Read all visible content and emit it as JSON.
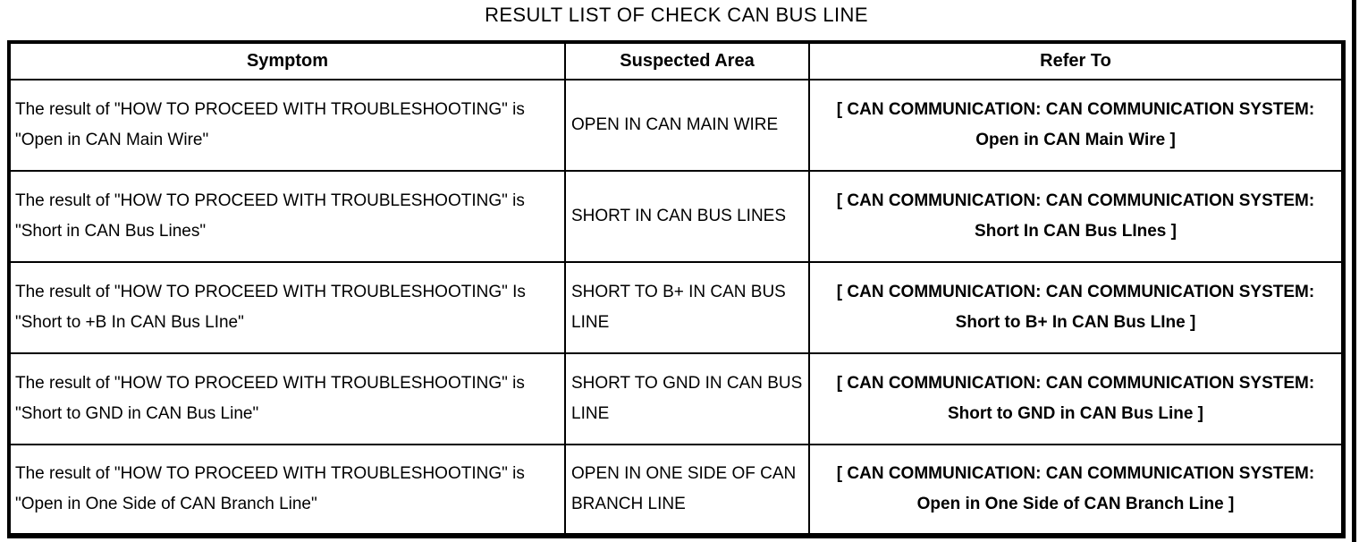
{
  "page_title": "RESULT LIST OF CHECK CAN BUS LINE",
  "colors": {
    "background": "#ffffff",
    "text": "#000000",
    "border": "#000000"
  },
  "table": {
    "headers": {
      "symptom": "Symptom",
      "suspected_area": "Suspected Area",
      "refer_to": "Refer To"
    },
    "rows": [
      {
        "symptom": "The result of \"HOW TO PROCEED WITH TROUBLESHOOTING\" is \"Open in CAN Main Wire\"",
        "suspected_area": "OPEN IN CAN MAIN WIRE",
        "refer_to": "[ CAN COMMUNICATION: CAN COMMUNICATION SYSTEM: Open in CAN Main Wire ]"
      },
      {
        "symptom": "The result of \"HOW TO PROCEED WITH TROUBLESHOOTING\" is \"Short in CAN Bus Lines\"",
        "suspected_area": "SHORT IN CAN BUS LINES",
        "refer_to": "[ CAN COMMUNICATION: CAN COMMUNICATION SYSTEM: Short In CAN Bus LInes ]"
      },
      {
        "symptom": "The result of \"HOW TO PROCEED WITH TROUBLESHOOTING\" Is \"Short to +B In CAN Bus LIne\"",
        "suspected_area": "SHORT TO B+ IN CAN BUS LINE",
        "refer_to": "[ CAN COMMUNICATION: CAN COMMUNICATION SYSTEM: Short to B+ In CAN Bus LIne ]"
      },
      {
        "symptom": "The result of \"HOW TO PROCEED WITH TROUBLESHOOTING\" is \"Short to GND in CAN Bus Line\"",
        "suspected_area": "SHORT TO GND IN CAN BUS LINE",
        "refer_to": "[ CAN COMMUNICATION: CAN COMMUNICATION SYSTEM: Short to GND in CAN Bus Line ]"
      },
      {
        "symptom": "The result of \"HOW TO PROCEED WITH TROUBLESHOOTING\" is \"Open in One Side of CAN Branch Line\"",
        "suspected_area": "OPEN IN ONE SIDE OF CAN BRANCH LINE",
        "refer_to": "[ CAN COMMUNICATION: CAN COMMUNICATION SYSTEM: Open in One Side of CAN Branch Line ]"
      }
    ]
  }
}
